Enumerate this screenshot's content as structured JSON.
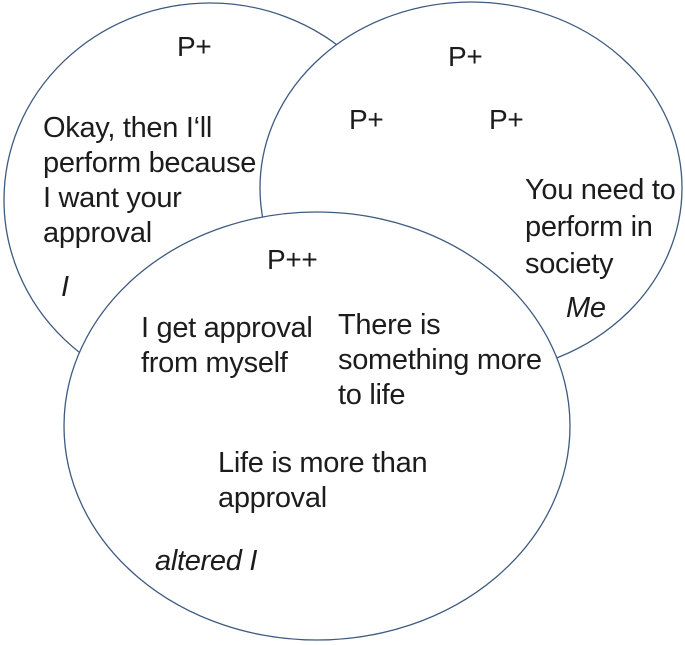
{
  "colors": {
    "circle_stroke": "#3e5a7f",
    "circle_fill": "#ffffff",
    "text": "#1c1c1c",
    "background": "#ffffff"
  },
  "circle_i": {
    "label": "I",
    "marker": "P+",
    "note": "Okay, then I‘ll\nperform because\nI want your\napproval"
  },
  "circle_me": {
    "label": "Me",
    "marker_top": "P+",
    "marker_left": "P+",
    "marker_right": "P+",
    "note": "You need to\nperform in\nsociety"
  },
  "circle_altered_i": {
    "label": "altered I",
    "marker": "P++",
    "note_left": "I get approval\nfrom myself",
    "note_right": "There is\nsomething more\nto life",
    "note_center": "Life is more than\napproval"
  }
}
